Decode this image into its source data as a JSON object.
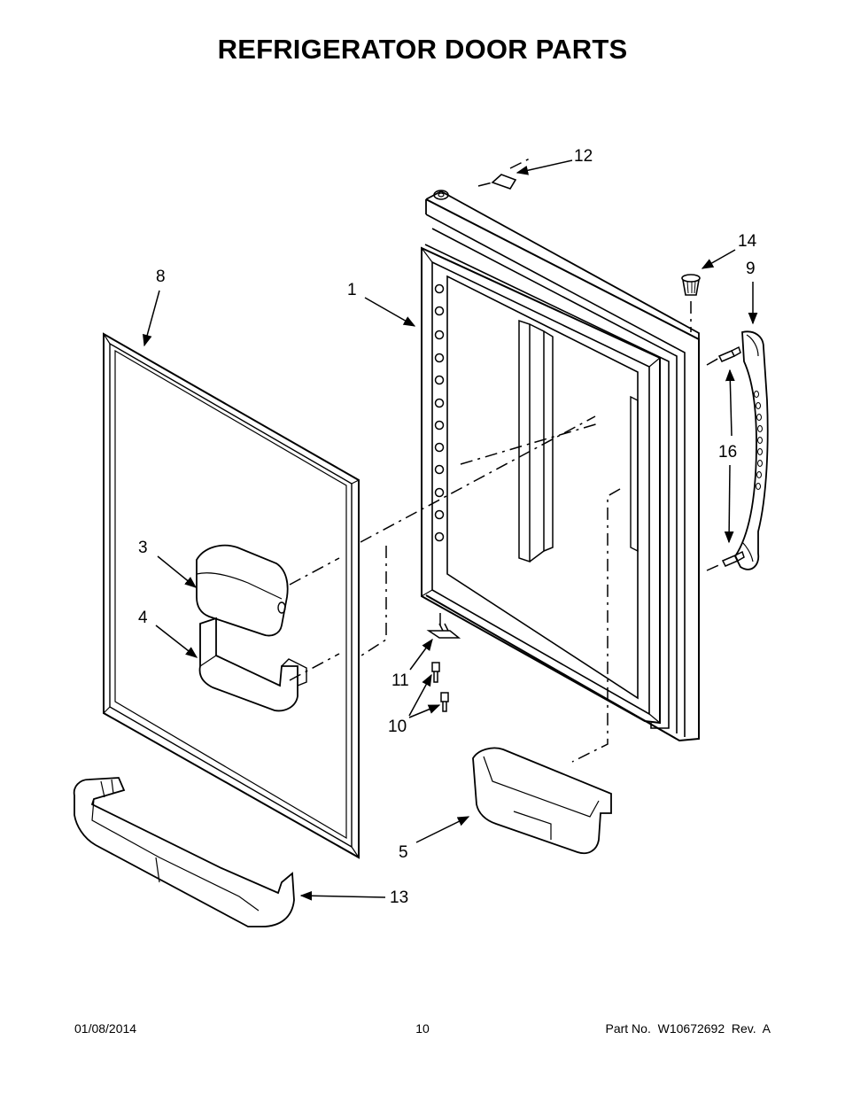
{
  "title": "REFRIGERATOR DOOR PARTS",
  "callouts": {
    "c1": "1",
    "c3": "3",
    "c4": "4",
    "c5": "5",
    "c8": "8",
    "c9": "9",
    "c10": "10",
    "c11": "11",
    "c12": "12",
    "c13": "13",
    "c14": "14",
    "c16": "16"
  },
  "footer": {
    "date": "01/08/2014",
    "page": "10",
    "part": "Part No.  W10672692  Rev.  A"
  }
}
